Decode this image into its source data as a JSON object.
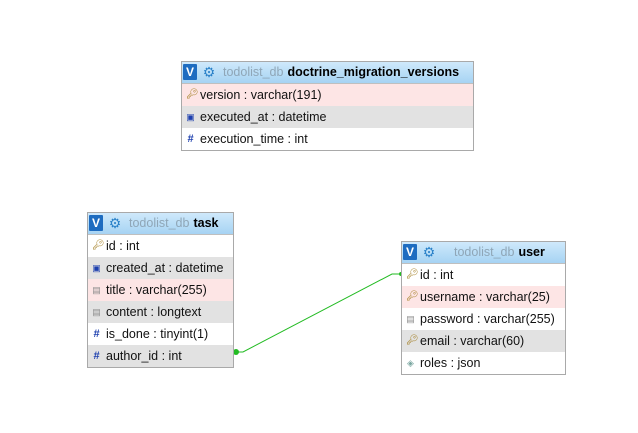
{
  "db_name": "todolist_db",
  "tables": {
    "migrations": {
      "name": "doctrine_migration_versions",
      "columns": [
        {
          "label": "version : varchar(191)",
          "icon": "primary-key-icon"
        },
        {
          "label": "executed_at : datetime",
          "icon": "datetime-icon"
        },
        {
          "label": "execution_time : int",
          "icon": "numeric-icon"
        }
      ]
    },
    "task": {
      "name": "task",
      "columns": [
        {
          "label": "id : int",
          "icon": "primary-key-icon"
        },
        {
          "label": "created_at : datetime",
          "icon": "datetime-icon"
        },
        {
          "label": "title : varchar(255)",
          "icon": "text-icon"
        },
        {
          "label": "content : longtext",
          "icon": "text-icon"
        },
        {
          "label": "is_done : tinyint(1)",
          "icon": "numeric-icon"
        },
        {
          "label": "author_id : int",
          "icon": "numeric-icon"
        }
      ]
    },
    "user": {
      "name": "user",
      "columns": [
        {
          "label": "id : int",
          "icon": "primary-key-icon"
        },
        {
          "label": "username : varchar(25)",
          "icon": "unique-key-icon"
        },
        {
          "label": "password : varchar(255)",
          "icon": "text-icon"
        },
        {
          "label": "email : varchar(60)",
          "icon": "unique-key-icon"
        },
        {
          "label": "roles : json",
          "icon": "json-icon"
        }
      ]
    }
  },
  "toggle_label": "V",
  "relation": {
    "from": "task.author_id",
    "to": "user.id",
    "color": "#22bb22"
  },
  "colors": {
    "header_top": "#cfe9fb",
    "header_bottom": "#a6d3f3",
    "pk_row": "#fde5e5",
    "alt_row": "#e2e2e2"
  }
}
